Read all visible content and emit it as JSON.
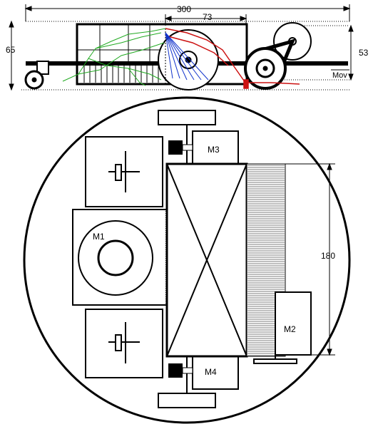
{
  "side_view": {
    "dim_total_length": "300",
    "dim_offset": "73",
    "dim_height_left": "65",
    "dim_height_right": "53",
    "move_label": "Mov"
  },
  "top_view": {
    "motor_m1": "M1",
    "motor_m2": "M2",
    "motor_m3": "M3",
    "motor_m4": "M4",
    "dim_length": "180"
  },
  "colors": {
    "line": "#000000",
    "trace_green": "#22aa22",
    "trace_red": "#cc1111",
    "trace_blue": "#1133cc"
  }
}
